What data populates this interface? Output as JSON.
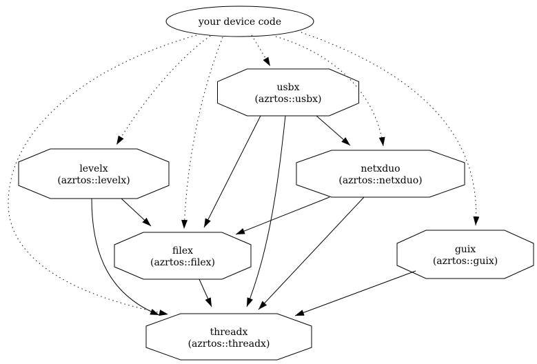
{
  "diagram": {
    "type": "dependency-graph",
    "background_color": "#ffffff",
    "line_color": "#000000",
    "nodes": {
      "device": {
        "label": "your device code",
        "shape": "ellipse"
      },
      "usbx": {
        "label": "usbx",
        "sublabel": "(azrtos::usbx)",
        "shape": "octagon"
      },
      "levelx": {
        "label": "levelx",
        "sublabel": "(azrtos::levelx)",
        "shape": "octagon"
      },
      "netxduo": {
        "label": "netxduo",
        "sublabel": "(azrtos::netxduo)",
        "shape": "octagon"
      },
      "filex": {
        "label": "filex",
        "sublabel": "(azrtos::filex)",
        "shape": "octagon"
      },
      "guix": {
        "label": "guix",
        "sublabel": "(azrtos::guix)",
        "shape": "octagon"
      },
      "threadx": {
        "label": "threadx",
        "sublabel": "(azrtos::threadx)",
        "shape": "octagon"
      }
    },
    "edges": [
      {
        "from": "device",
        "to": "usbx",
        "style": "dotted"
      },
      {
        "from": "device",
        "to": "levelx",
        "style": "dotted"
      },
      {
        "from": "device",
        "to": "filex",
        "style": "dotted"
      },
      {
        "from": "device",
        "to": "netxduo",
        "style": "dotted"
      },
      {
        "from": "device",
        "to": "guix",
        "style": "dotted"
      },
      {
        "from": "device",
        "to": "threadx",
        "style": "dotted"
      },
      {
        "from": "usbx",
        "to": "netxduo",
        "style": "solid"
      },
      {
        "from": "usbx",
        "to": "filex",
        "style": "solid"
      },
      {
        "from": "usbx",
        "to": "threadx",
        "style": "solid"
      },
      {
        "from": "levelx",
        "to": "filex",
        "style": "solid"
      },
      {
        "from": "levelx",
        "to": "threadx",
        "style": "solid"
      },
      {
        "from": "netxduo",
        "to": "filex",
        "style": "solid"
      },
      {
        "from": "netxduo",
        "to": "threadx",
        "style": "solid"
      },
      {
        "from": "filex",
        "to": "threadx",
        "style": "solid"
      },
      {
        "from": "guix",
        "to": "threadx",
        "style": "solid"
      }
    ]
  }
}
